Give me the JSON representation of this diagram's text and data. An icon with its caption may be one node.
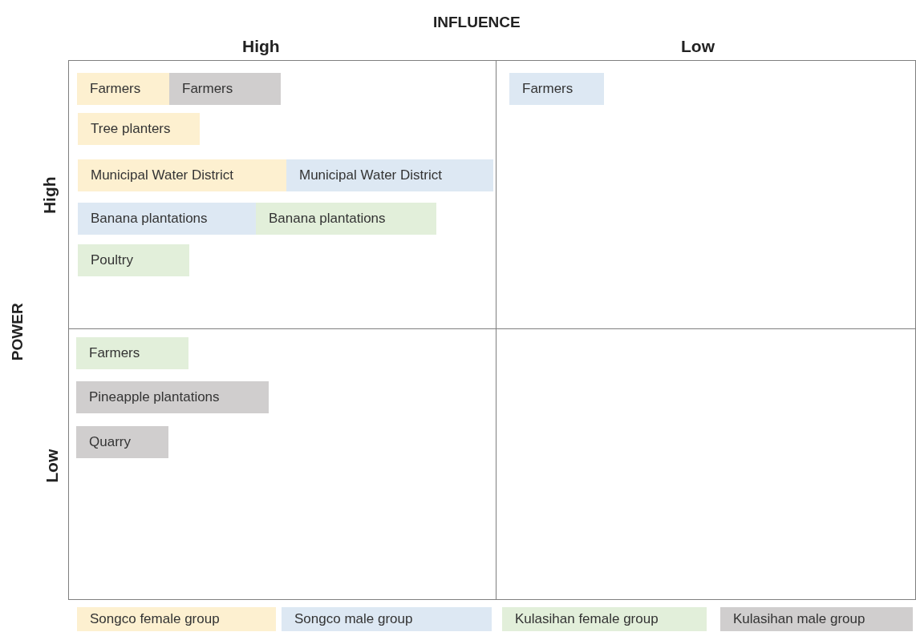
{
  "diagram": {
    "nodes": [
      {
        "text": [],
        "shape": "box"
      },
      {
        "text": [
          "Farmers"
        ],
        "in": 0
      },
      {
        "text": [
          "Farmers"
        ],
        "in": 0
      },
      {
        "text": [
          "Tree planters"
        ],
        "in": 0
      },
      {
        "text": [
          "Municipal Water District"
        ],
        "in": 0
      },
      {
        "text": [
          "Municipal Water District"
        ],
        "in": 0
      },
      {
        "text": [
          "Banana plantations"
        ],
        "in": 0
      },
      {
        "text": [
          "Banana plantations"
        ],
        "in": 0
      },
      {
        "text": [
          "Poultry"
        ],
        "in": 0
      },
      {
        "text": [],
        "shape": "box"
      },
      {
        "text": [
          "Farmers"
        ],
        "in": 9
      },
      {
        "text": [],
        "shape": "box"
      },
      {
        "text": [
          "Farmers"
        ],
        "in": 11
      },
      {
        "text": [
          "Pineapple plantations"
        ],
        "in": 11
      },
      {
        "text": [
          "Quarry"
        ],
        "in": 11
      },
      {
        "text": [],
        "shape": "box"
      }
    ],
    "labels": [
      "INFLUENCE",
      "High",
      "Low",
      "High",
      "POWER",
      "Low"
    ],
    "legend": [
      {
        "text": "Songco female group",
        "color": "#fdf0d0"
      },
      {
        "text": "Songco male group",
        "color": "#dde8f3"
      },
      {
        "text": "Kulasihan female group",
        "color": "#e2efda"
      },
      {
        "text": "Kulasihan male group",
        "color": "#d0cece"
      }
    ]
  }
}
